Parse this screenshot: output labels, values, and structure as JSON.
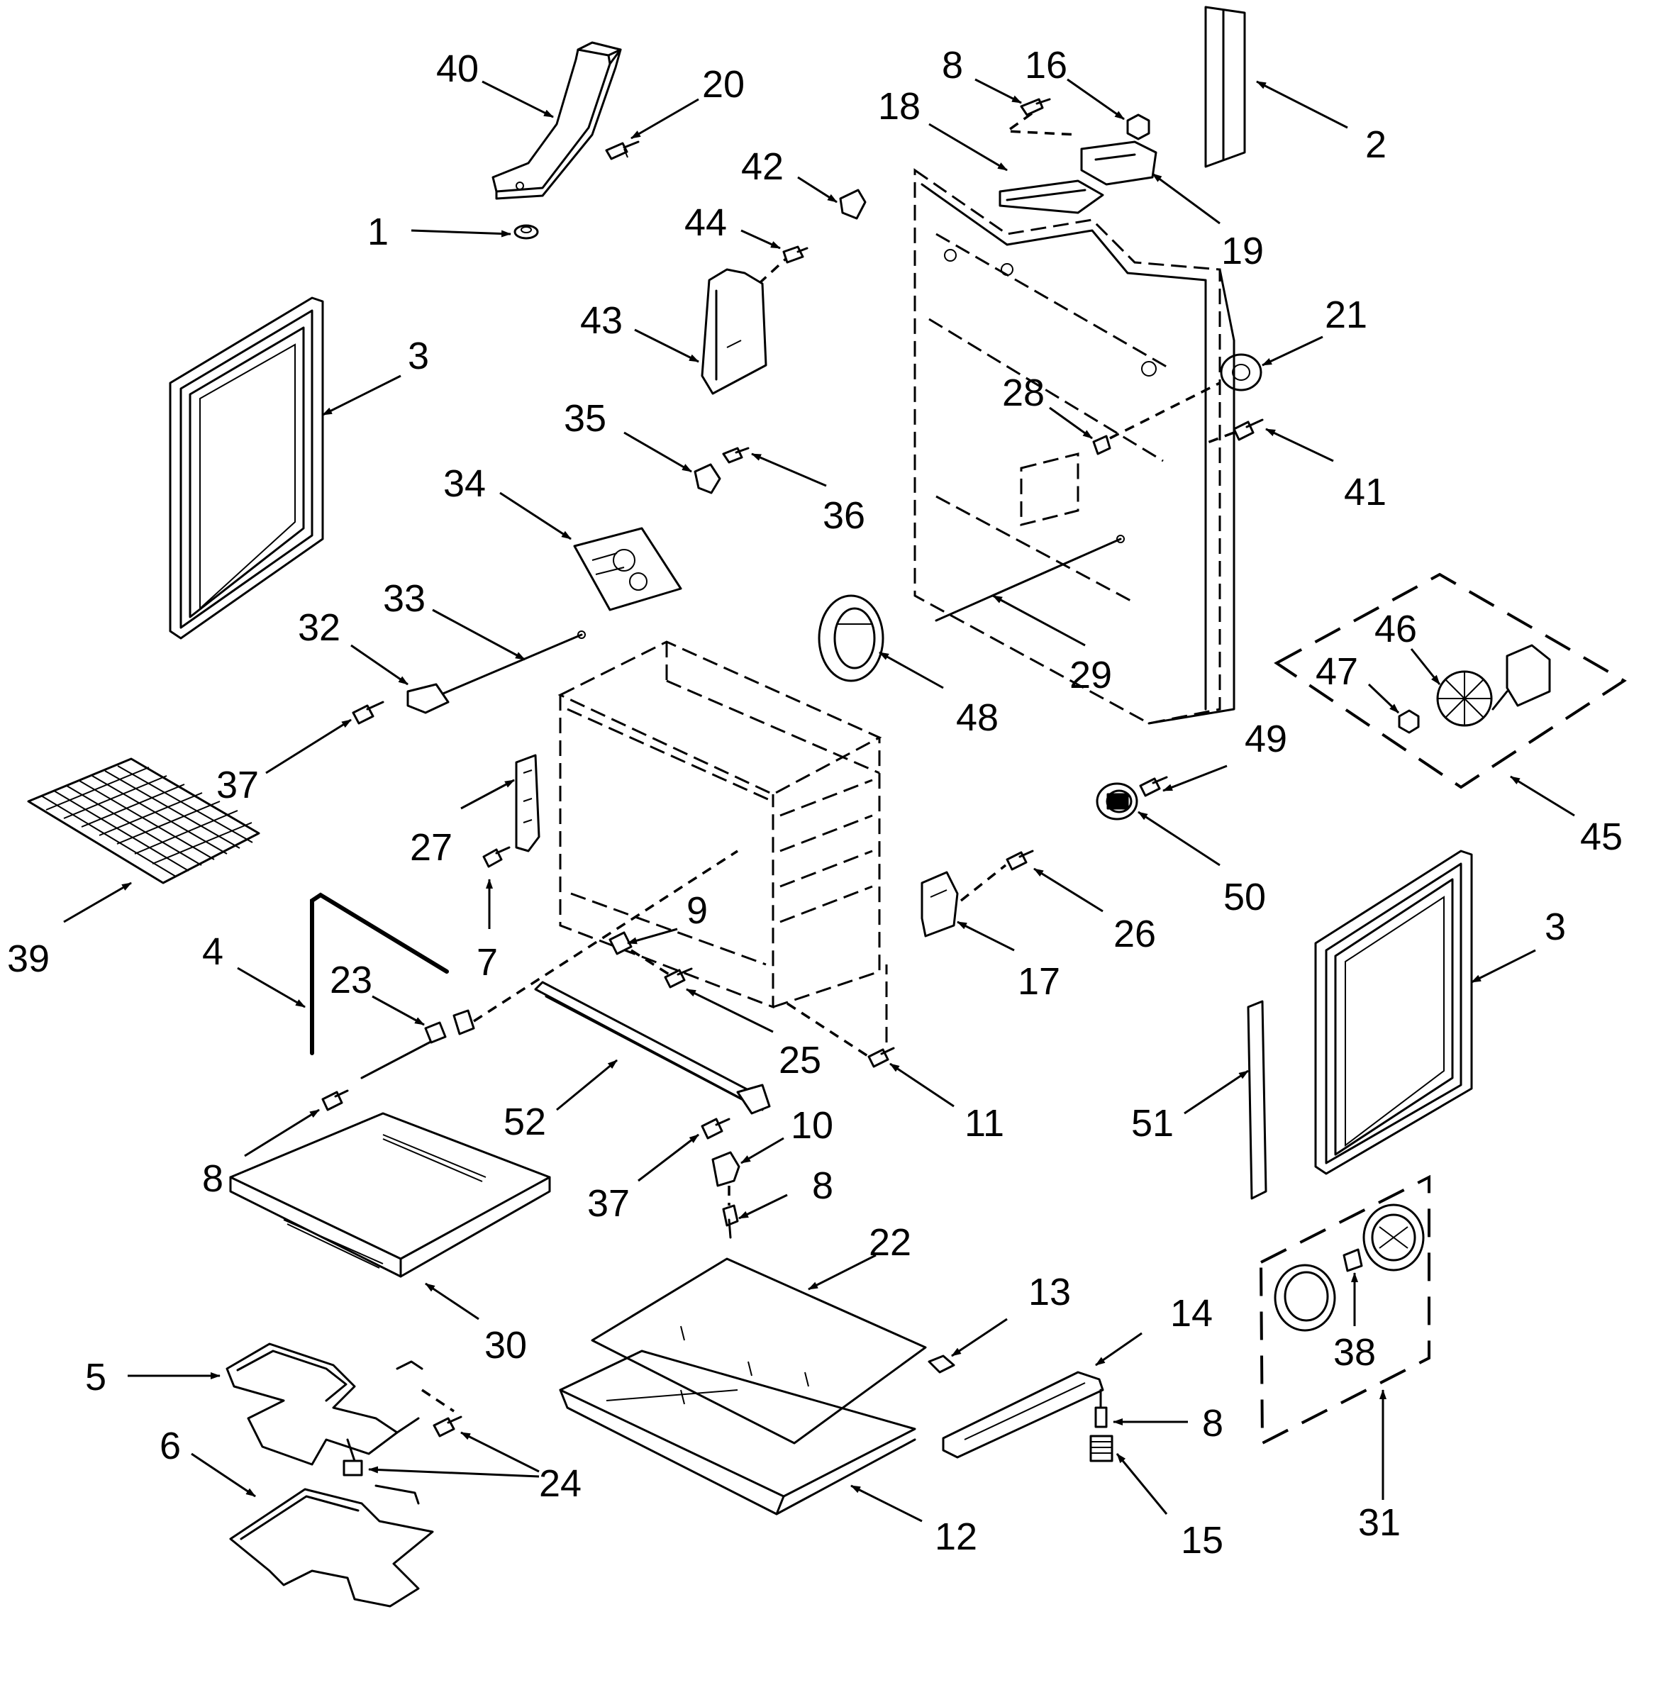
{
  "callouts": [
    {
      "id": "c40",
      "text": "40"
    },
    {
      "id": "c20",
      "text": "20"
    },
    {
      "id": "c1",
      "text": "1"
    },
    {
      "id": "c8a",
      "text": "8"
    },
    {
      "id": "c16",
      "text": "16"
    },
    {
      "id": "c18",
      "text": "18"
    },
    {
      "id": "c2",
      "text": "2"
    },
    {
      "id": "c19",
      "text": "19"
    },
    {
      "id": "c42",
      "text": "42"
    },
    {
      "id": "c44",
      "text": "44"
    },
    {
      "id": "c43",
      "text": "43"
    },
    {
      "id": "c3a",
      "text": "3"
    },
    {
      "id": "c21",
      "text": "21"
    },
    {
      "id": "c28",
      "text": "28"
    },
    {
      "id": "c35",
      "text": "35"
    },
    {
      "id": "c36",
      "text": "36"
    },
    {
      "id": "c41",
      "text": "41"
    },
    {
      "id": "c34",
      "text": "34"
    },
    {
      "id": "c33",
      "text": "33"
    },
    {
      "id": "c32",
      "text": "32"
    },
    {
      "id": "c48",
      "text": "48"
    },
    {
      "id": "c29",
      "text": "29"
    },
    {
      "id": "c46",
      "text": "46"
    },
    {
      "id": "c47",
      "text": "47"
    },
    {
      "id": "c37a",
      "text": "37"
    },
    {
      "id": "c49",
      "text": "49"
    },
    {
      "id": "c45",
      "text": "45"
    },
    {
      "id": "c27",
      "text": "27"
    },
    {
      "id": "c50",
      "text": "50"
    },
    {
      "id": "c39",
      "text": "39"
    },
    {
      "id": "c7",
      "text": "7"
    },
    {
      "id": "c9",
      "text": "9"
    },
    {
      "id": "c26",
      "text": "26"
    },
    {
      "id": "c4",
      "text": "4"
    },
    {
      "id": "c23",
      "text": "23"
    },
    {
      "id": "c17",
      "text": "17"
    },
    {
      "id": "c3b",
      "text": "3"
    },
    {
      "id": "c25",
      "text": "25"
    },
    {
      "id": "c52",
      "text": "52"
    },
    {
      "id": "c11",
      "text": "11"
    },
    {
      "id": "c51",
      "text": "51"
    },
    {
      "id": "c10",
      "text": "10"
    },
    {
      "id": "c8b",
      "text": "8"
    },
    {
      "id": "c37b",
      "text": "37"
    },
    {
      "id": "c8c",
      "text": "8"
    },
    {
      "id": "c22",
      "text": "22"
    },
    {
      "id": "c13",
      "text": "13"
    },
    {
      "id": "c30",
      "text": "30"
    },
    {
      "id": "c14",
      "text": "14"
    },
    {
      "id": "c38",
      "text": "38"
    },
    {
      "id": "c5",
      "text": "5"
    },
    {
      "id": "c8d",
      "text": "8"
    },
    {
      "id": "c6",
      "text": "6"
    },
    {
      "id": "c24",
      "text": "24"
    },
    {
      "id": "c12",
      "text": "12"
    },
    {
      "id": "c15",
      "text": "15"
    },
    {
      "id": "c31",
      "text": "31"
    }
  ]
}
